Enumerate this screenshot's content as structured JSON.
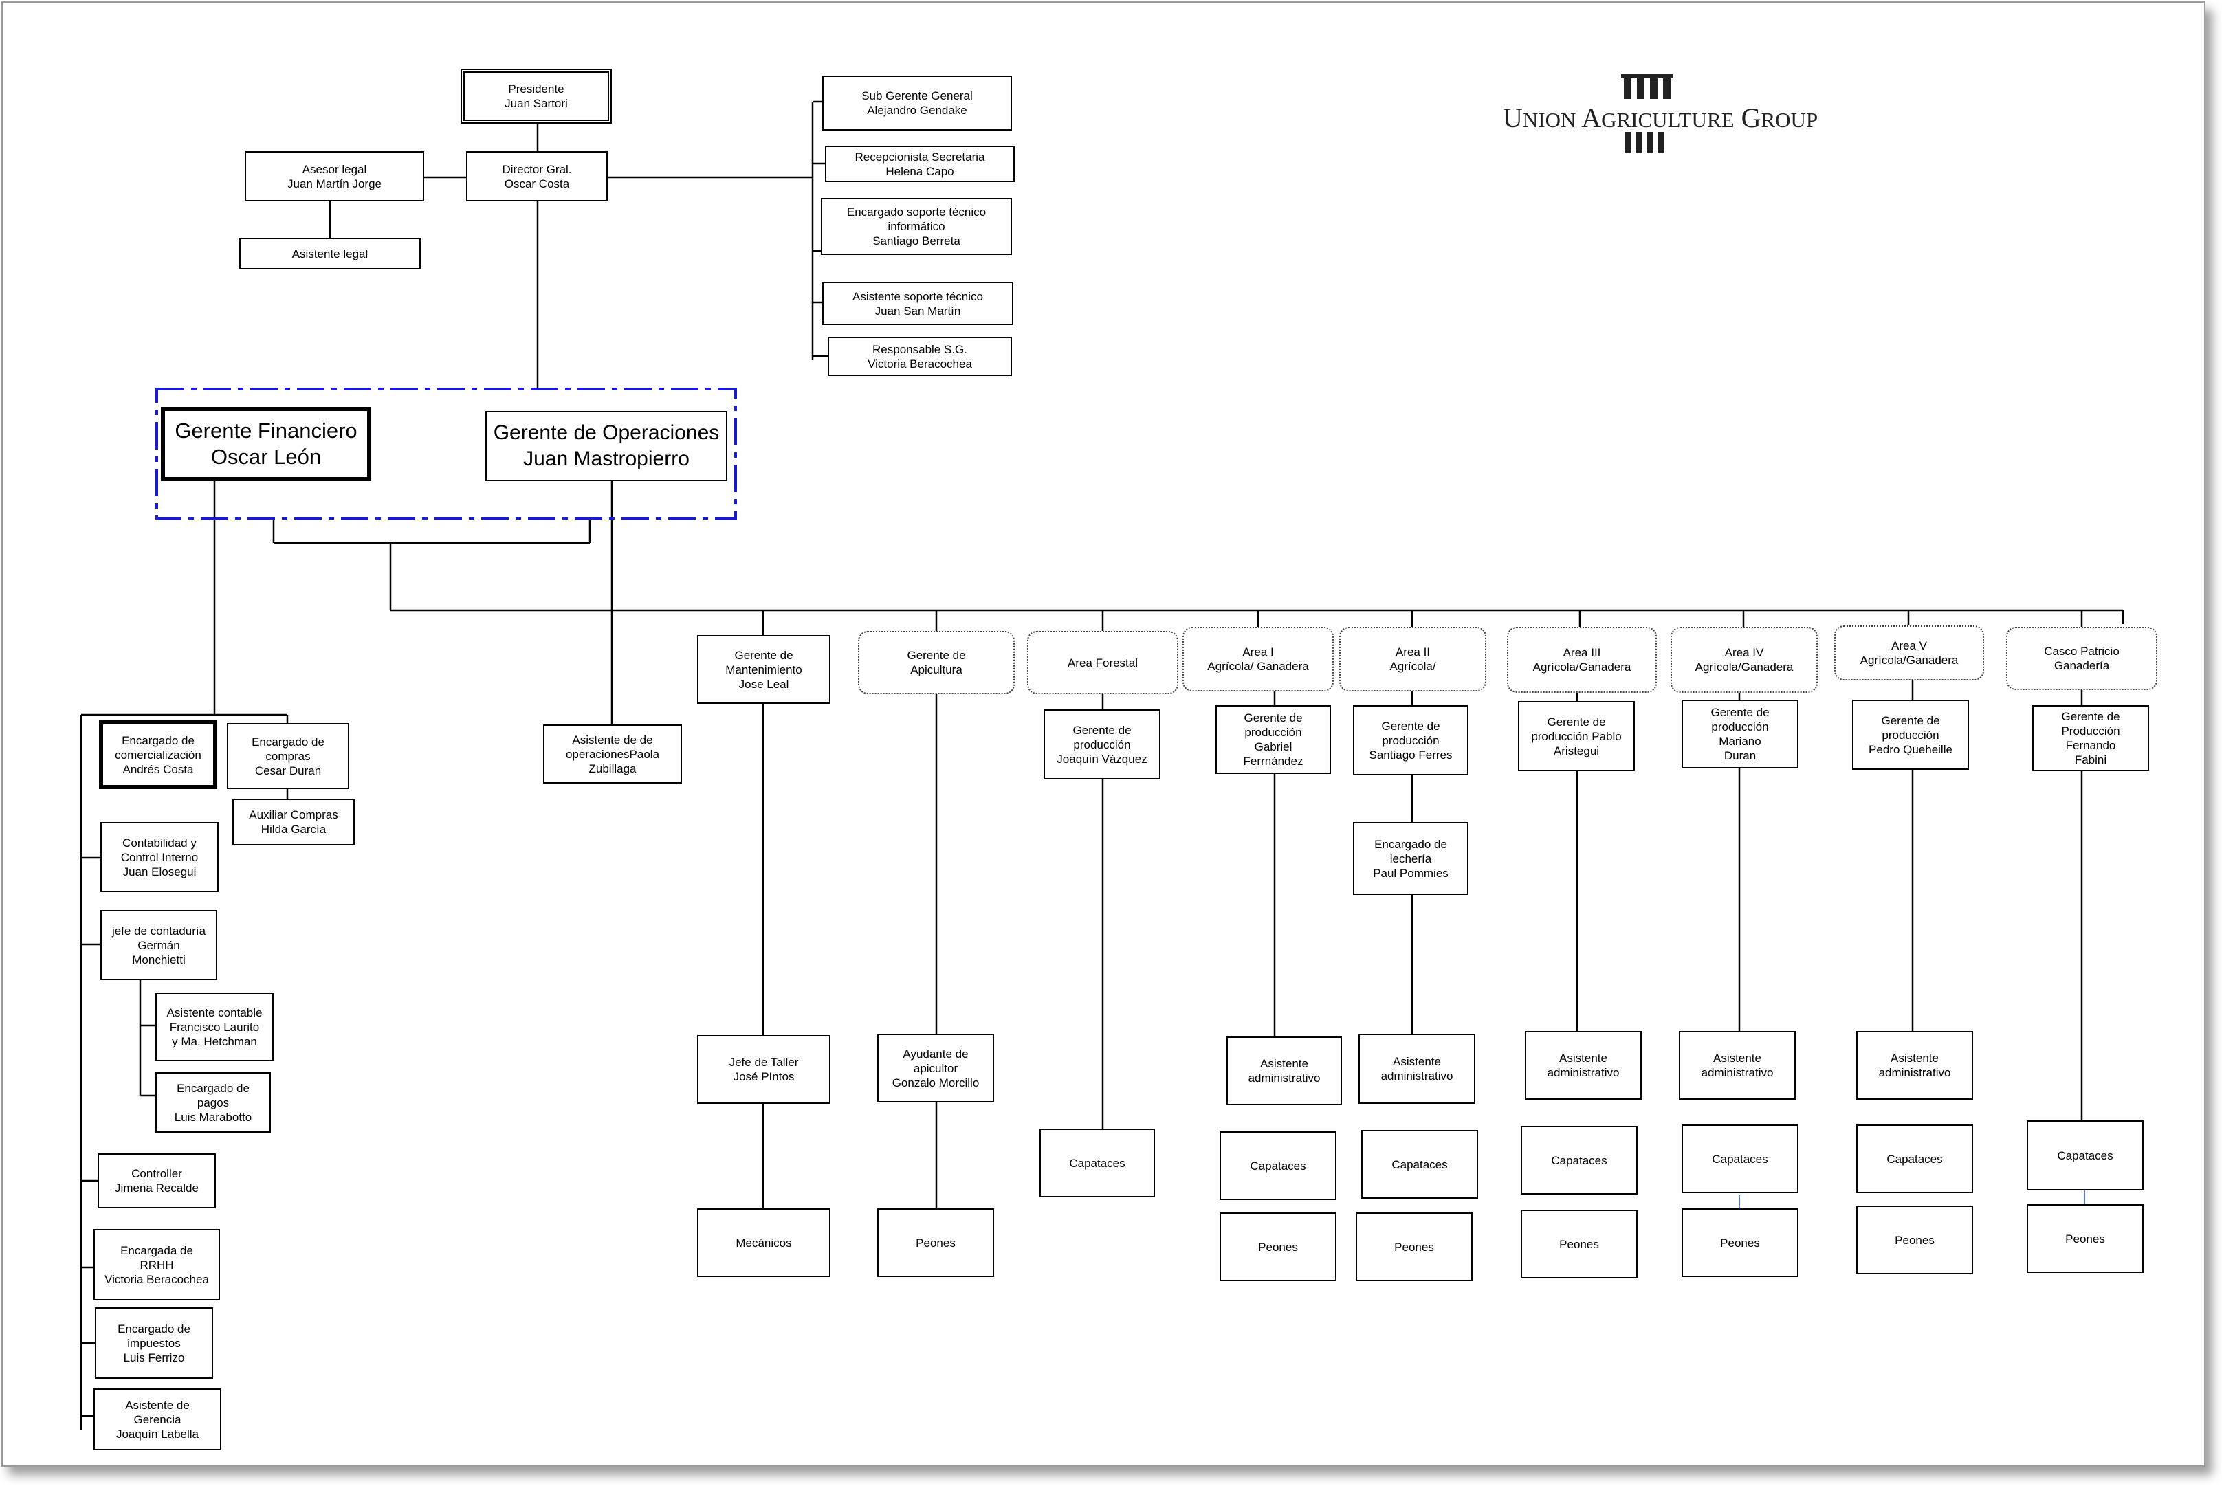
{
  "logo": {
    "u": "U",
    "nion": "NION",
    "a": "A",
    "griculture": "GRICULTURE",
    "g": "G",
    "roup": "ROUP"
  },
  "nodes": {
    "presidente": [
      "Presidente",
      "Juan Sartori"
    ],
    "director": [
      "Director Gral.",
      "Oscar Costa"
    ],
    "asesor_legal": [
      "Asesor legal",
      "Juan Martín Jorge"
    ],
    "asistente_legal": [
      "Asistente legal"
    ],
    "sub_gerente": [
      "Sub Gerente General",
      "Alejandro Gendake"
    ],
    "recepcionista": [
      "Recepcionista Secretaria",
      "Helena Capo"
    ],
    "soporte_tecnico": [
      "Encargado soporte técnico",
      "informático",
      "Santiago Berreta"
    ],
    "asistente_soporte": [
      "Asistente soporte técnico",
      "Juan San Martín"
    ],
    "responsable_sg": [
      "Responsable S.G.",
      "Victoria Beracochea"
    ],
    "gerente_financiero": [
      "Gerente Financiero",
      "Oscar León"
    ],
    "gerente_operaciones": [
      "Gerente de Operaciones",
      "Juan Mastropierro"
    ],
    "encargado_comercializacion": [
      "Encargado de",
      "comercialización",
      "Andrés Costa"
    ],
    "encargado_compras": [
      "Encargado de",
      "compras",
      "Cesar Duran"
    ],
    "auxiliar_compras": [
      "Auxiliar Compras",
      "Hilda García"
    ],
    "contabilidad": [
      "Contabilidad y",
      "Control Interno",
      "Juan Elosegui"
    ],
    "jefe_contaduria": [
      "jefe de contaduría",
      "Germán",
      "Monchietti"
    ],
    "asistente_contable": [
      "Asistente contable",
      "Francisco Laurito",
      "y Ma. Hetchman"
    ],
    "encargado_pagos": [
      "Encargado de",
      "pagos",
      "Luis Marabotto"
    ],
    "controller": [
      "Controller",
      "Jimena Recalde"
    ],
    "encargada_rrhh": [
      "Encargada de",
      "RRHH",
      "Victoria Beracochea"
    ],
    "encargado_impuestos": [
      "Encargado de",
      "impuestos",
      "Luis Ferrizo"
    ],
    "asistente_gerencia": [
      "Asistente de",
      "Gerencia",
      "Joaquín Labella"
    ],
    "asistente_operaciones": [
      "Asistente de de",
      "operacionesPaola",
      "Zubillaga"
    ],
    "gerente_mantenimiento": [
      "Gerente de",
      "Mantenimiento",
      "Jose Leal"
    ],
    "jefe_taller": [
      "Jefe de Taller",
      "José PIntos"
    ],
    "mecanicos": [
      "Mecánicos"
    ],
    "gerente_apicultura": [
      "Gerente de",
      "Apicultura"
    ],
    "ayudante_apicultor": [
      "Ayudante de",
      "apicultor",
      "Gonzalo Morcillo"
    ],
    "peones_api": [
      "Peones"
    ],
    "area_forestal": [
      "Area Forestal"
    ],
    "gp_vazquez": [
      "Gerente de",
      "producción",
      "Joaquín Vázquez"
    ],
    "capataces_forestal": [
      "Capataces"
    ],
    "area_i": [
      "Area  I",
      "Agrícola/ Ganadera"
    ],
    "gp_gabriel": [
      "Gerente de",
      "producción",
      "Gabriel",
      "Ferrnández"
    ],
    "asist_i": [
      "Asistente",
      "administrativo"
    ],
    "capataces_i": [
      "Capataces"
    ],
    "peones_i": [
      "Peones"
    ],
    "area_ii": [
      "Area  II",
      "Agrícola/"
    ],
    "gp_santiago": [
      "Gerente de",
      "producción",
      "Santiago Ferres"
    ],
    "lecheria": [
      "Encargado de",
      "lechería",
      "Paul Pommies"
    ],
    "asist_ii": [
      "Asistente",
      "administrativo"
    ],
    "capataces_ii": [
      "Capataces"
    ],
    "peones_ii": [
      "Peones"
    ],
    "area_iii": [
      "Area III",
      "Agrícola/Ganadera"
    ],
    "gp_pablo": [
      "Gerente de",
      "producción Pablo",
      "Aristegui"
    ],
    "asist_iii": [
      "Asistente",
      "administrativo"
    ],
    "capataces_iii": [
      "Capataces"
    ],
    "peones_iii": [
      "Peones"
    ],
    "area_iv": [
      "Area IV",
      "Agrícola/Ganadera"
    ],
    "gp_mariano": [
      "Gerente de",
      "producción",
      "Mariano",
      "Duran"
    ],
    "asist_iv": [
      "Asistente",
      "administrativo"
    ],
    "capataces_iv": [
      "Capataces"
    ],
    "peones_iv": [
      "Peones"
    ],
    "area_v": [
      "Area V",
      "Agrícola/Ganadera"
    ],
    "gp_pedro": [
      "Gerente de",
      "producción",
      "Pedro Queheille"
    ],
    "asist_v": [
      "Asistente",
      "administrativo"
    ],
    "capataces_v": [
      "Capataces"
    ],
    "peones_v": [
      "Peones"
    ],
    "casco": [
      "Casco Patricio",
      "Ganadería"
    ],
    "gp_fernando": [
      "Gerente de",
      "Producción",
      "Fernando",
      "Fabini"
    ],
    "capataces_casco": [
      "Capataces"
    ],
    "peones_casco": [
      "Peones"
    ]
  }
}
